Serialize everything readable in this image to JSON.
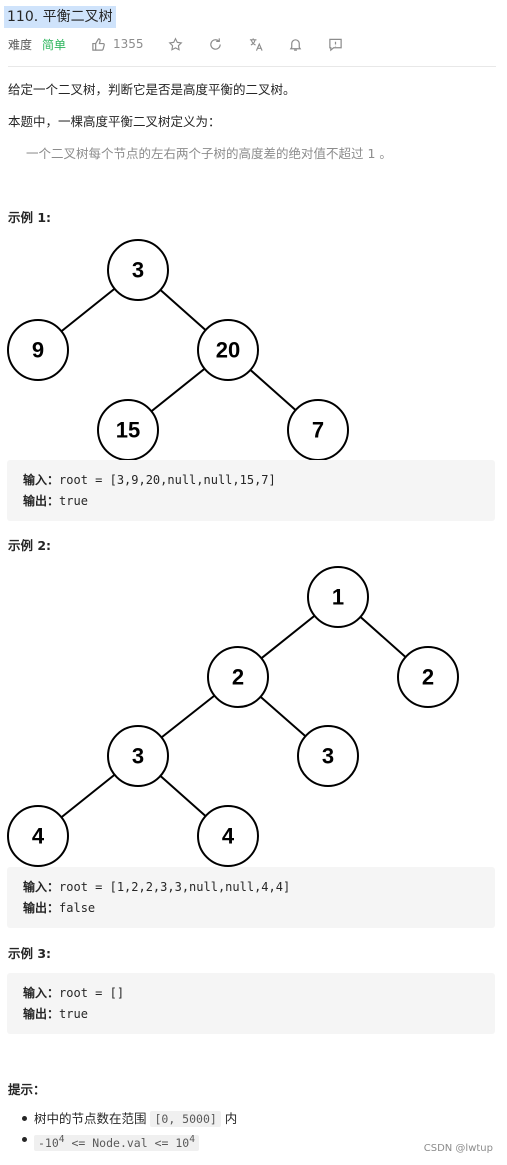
{
  "problem": {
    "title": "110. 平衡二叉树",
    "difficulty_label": "难度",
    "difficulty": "简单",
    "likes": "1355"
  },
  "description": {
    "line1": "给定一个二叉树，判断它是否是高度平衡的二叉树。",
    "line2": "本题中，一棵高度平衡二叉树定义为：",
    "quote": "一个二叉树每个节点的左右两个子树的高度差的绝对值不超过 1 。"
  },
  "examples": [
    {
      "heading": "示例 1:",
      "nodes": [
        "3",
        "9",
        "20",
        "15",
        "7"
      ],
      "input_label": "输入：",
      "input": "root = [3,9,20,null,null,15,7]",
      "output_label": "输出：",
      "output": "true"
    },
    {
      "heading": "示例 2:",
      "nodes": [
        "1",
        "2",
        "2",
        "3",
        "3",
        "4",
        "4"
      ],
      "input_label": "输入：",
      "input": "root = [1,2,2,3,3,null,null,4,4]",
      "output_label": "输出：",
      "output": "false"
    },
    {
      "heading": "示例 3:",
      "input_label": "输入：",
      "input": "root = []",
      "output_label": "输出：",
      "output": "true"
    }
  ],
  "hints": {
    "heading": "提示：",
    "item1_prefix": "树中的节点数在范围 ",
    "item1_code": "[0, 5000]",
    "item1_suffix": " 内",
    "item2_code_a": "-10",
    "item2_sup_a": "4",
    "item2_code_b": " <= Node.val <= 10",
    "item2_sup_b": "4"
  },
  "watermark": "CSDN @lwtup",
  "icons": [
    "thumbs-up-icon",
    "star-icon",
    "refresh-icon",
    "translate-icon",
    "bell-icon",
    "feedback-icon"
  ]
}
